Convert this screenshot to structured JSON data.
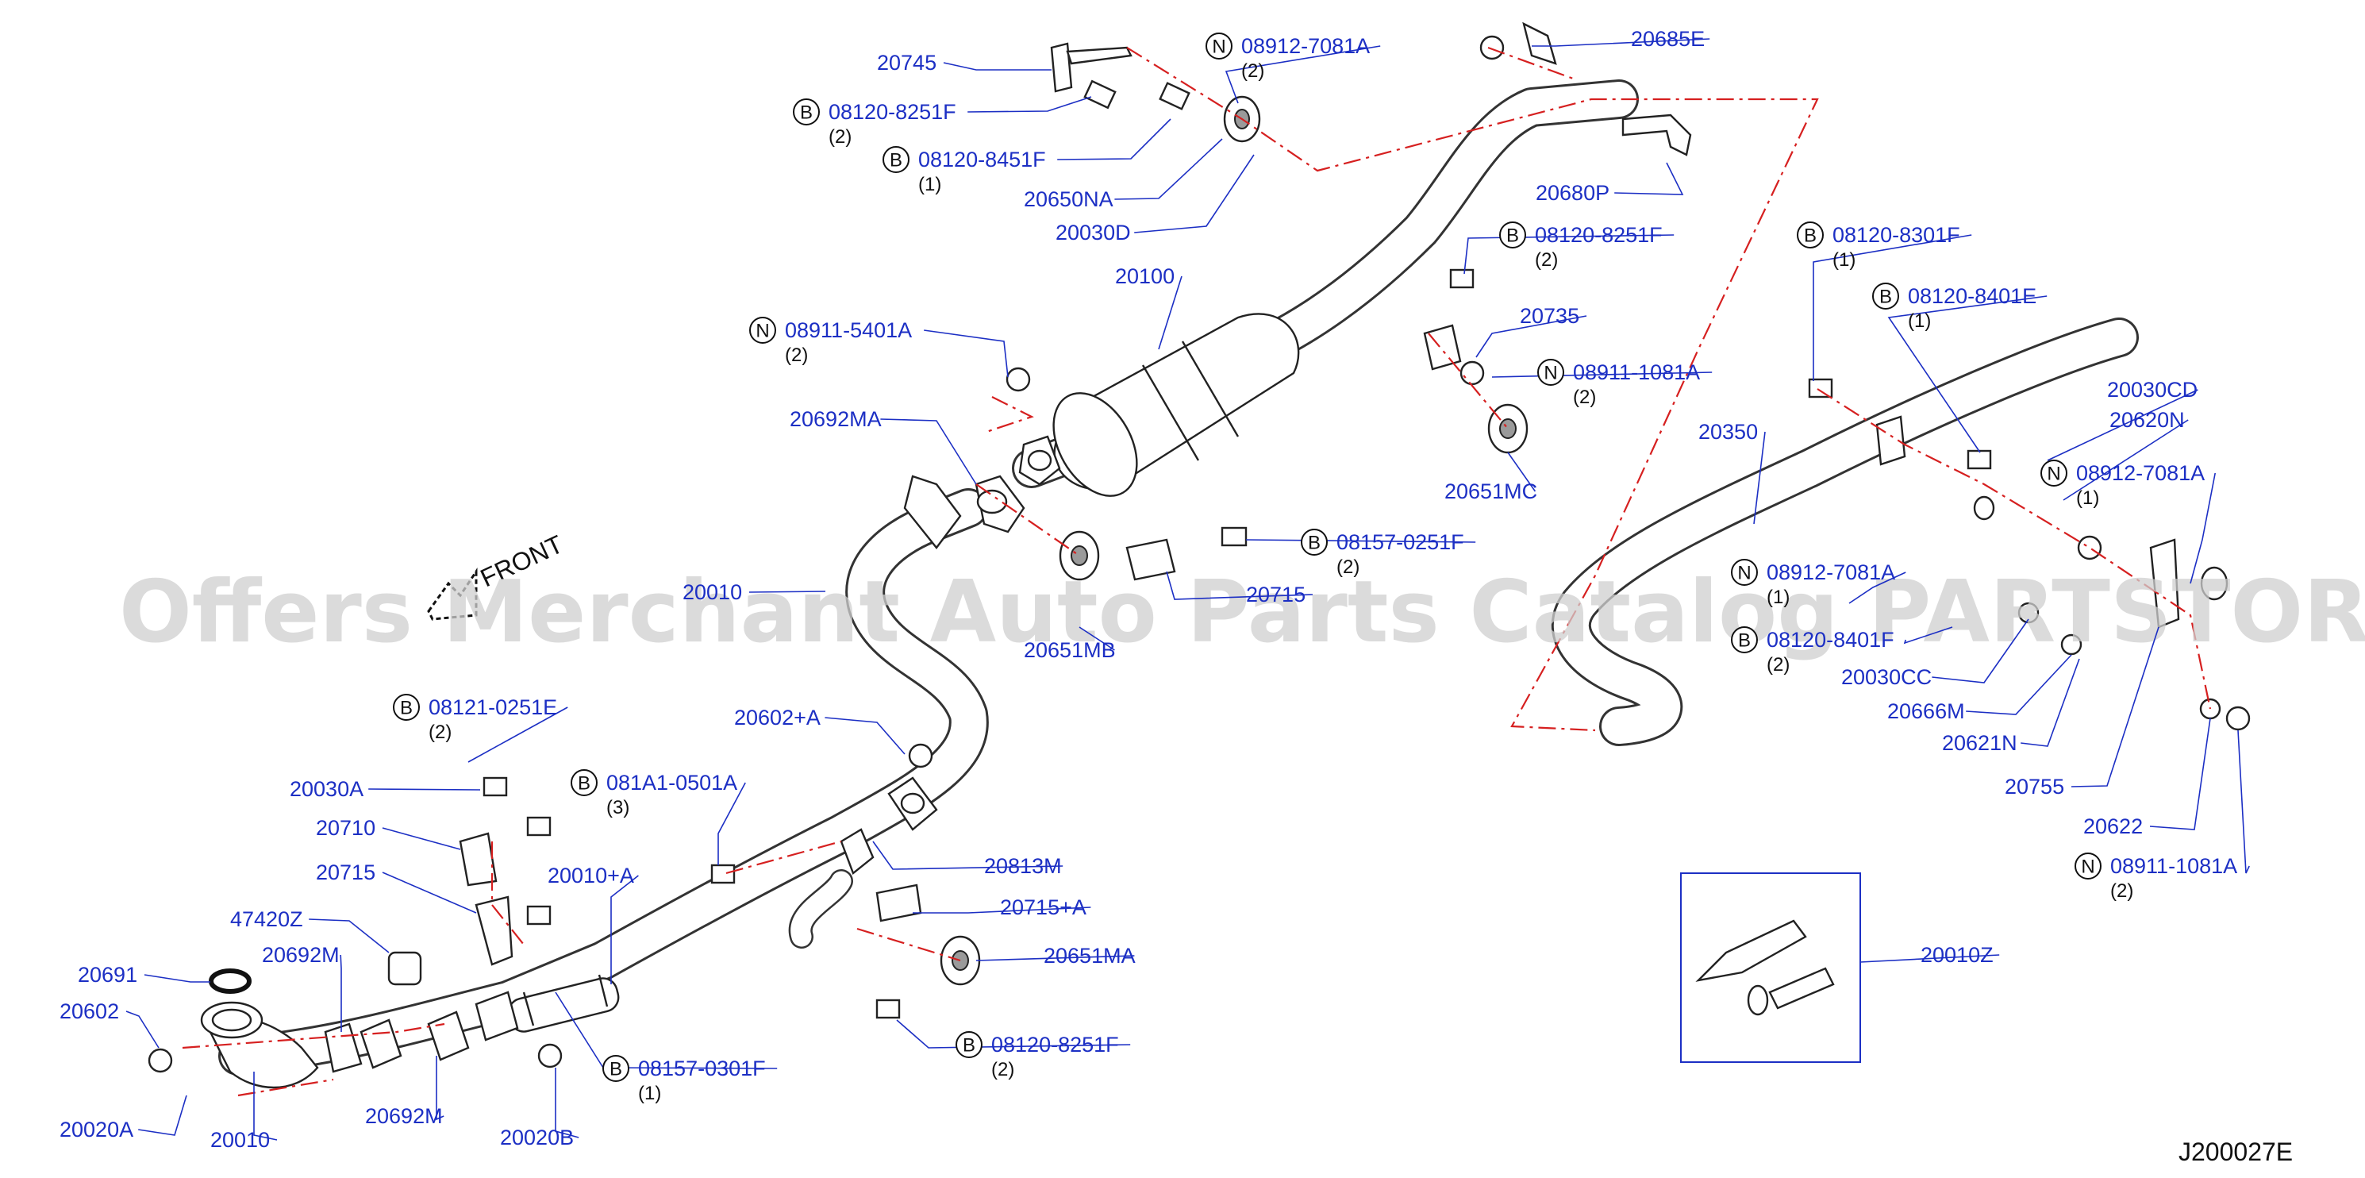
{
  "watermark": "Offers Merchant Auto Parts Catalog PARTSTORE.SA",
  "diagram_code": "J200027E",
  "front_label": "FRONT",
  "colors": {
    "label_blue": "#1c2fc4",
    "dash_red": "#d62020",
    "line_dark": "#333333"
  },
  "labels": [
    {
      "text": "20745"
    },
    {
      "prefix": "B",
      "text": "08120-8251F",
      "qty": "(2)"
    },
    {
      "prefix": "B",
      "text": "08120-8451F",
      "qty": "(1)"
    },
    {
      "prefix": "N",
      "text": "08912-7081A",
      "qty": "(2)"
    },
    {
      "text": "20650NA"
    },
    {
      "text": "20030D"
    },
    {
      "text": "20685E"
    },
    {
      "text": "20680P"
    },
    {
      "prefix": "B",
      "text": "08120-8251F",
      "qty": "(2)"
    },
    {
      "text": "20100"
    },
    {
      "text": "20735"
    },
    {
      "prefix": "N",
      "text": "08911-1081A",
      "qty": "(2)"
    },
    {
      "text": "20651MC"
    },
    {
      "prefix": "N",
      "text": "08911-5401A",
      "qty": "(2)"
    },
    {
      "text": "20692MA"
    },
    {
      "prefix": "B",
      "text": "08157-0251F",
      "qty": "(2)"
    },
    {
      "text": "20010"
    },
    {
      "text": "20715"
    },
    {
      "text": "20651MB"
    },
    {
      "prefix": "B",
      "text": "08120-8301F",
      "qty": "(1)"
    },
    {
      "prefix": "B",
      "text": "08120-8401E",
      "qty": "(1)"
    },
    {
      "text": "20030CD"
    },
    {
      "text": "20620N"
    },
    {
      "text": "20350"
    },
    {
      "prefix": "N",
      "text": "08912-7081A",
      "qty": "(1)"
    },
    {
      "prefix": "N",
      "text": "08912-7081A",
      "qty": "(1)"
    },
    {
      "prefix": "B",
      "text": "08120-8401F",
      "qty": "(2)"
    },
    {
      "text": "20030CC"
    },
    {
      "text": "20666M"
    },
    {
      "text": "20621N"
    },
    {
      "text": "20755"
    },
    {
      "text": "20622"
    },
    {
      "prefix": "N",
      "text": "08911-1081A",
      "qty": "(2)"
    },
    {
      "prefix": "B",
      "text": "08121-0251E",
      "qty": "(2)"
    },
    {
      "text": "20030A"
    },
    {
      "text": "20710"
    },
    {
      "text": "20715"
    },
    {
      "prefix": "B",
      "text": "081A1-0501A",
      "qty": "(3)"
    },
    {
      "text": "20010+A"
    },
    {
      "text": "20602+A"
    },
    {
      "text": "20813M"
    },
    {
      "text": "20715+A"
    },
    {
      "text": "47420Z"
    },
    {
      "text": "20692M"
    },
    {
      "text": "20651MA"
    },
    {
      "text": "20691"
    },
    {
      "text": "20602"
    },
    {
      "text": "20020A"
    },
    {
      "text": "20010"
    },
    {
      "text": "20692M"
    },
    {
      "text": "20020B"
    },
    {
      "prefix": "B",
      "text": "08157-0301F",
      "qty": "(1)"
    },
    {
      "prefix": "B",
      "text": "08120-8251F",
      "qty": "(2)"
    },
    {
      "text": "20010Z"
    }
  ]
}
